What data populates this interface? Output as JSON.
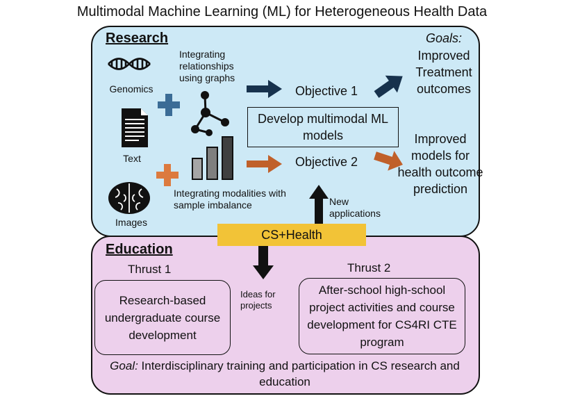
{
  "title": "Multimodal Machine Learning (ML) for Heterogeneous Health Data",
  "research": {
    "heading": "Research",
    "goals_label": "Goals:",
    "goal_1": "Improved Treatment outcomes",
    "goal_2": "Improved models for health outcome prediction",
    "modalities": {
      "genomics": "Genomics",
      "text": "Text",
      "images": "Images"
    },
    "graphs_note": "Integrating relationships using graphs",
    "imbalance_note": "Integrating modalities with sample imbalance",
    "objective_1": "Objective 1",
    "objective_2": "Objective 2",
    "center_box": "Develop multimodal ML models",
    "new_applications": "New applications"
  },
  "bridge": {
    "label": "CS+Health"
  },
  "education": {
    "heading": "Education",
    "thrust_1": "Thrust 1",
    "thrust_2": "Thrust 2",
    "thrust_1_box": "Research-based undergraduate course development",
    "thrust_2_box": "After-school high-school project activities and course development for CS4RI CTE program",
    "ideas": "Ideas for projects",
    "goal_label": "Goal:",
    "goal_text": " Interdisciplinary training and participation in CS research and education"
  },
  "colors": {
    "research_bg": "#cde9f6",
    "education_bg": "#edd0ec",
    "bridge": "#f2c337",
    "arrow_dark": "#17324d",
    "arrow_orange": "#c0602a",
    "plus_blue": "#3b6c96",
    "plus_orange": "#dc7a3e"
  },
  "icons": [
    "dna-icon",
    "document-icon",
    "brain-icon",
    "graph-icon",
    "bar-chart-icon",
    "plus-icon"
  ]
}
